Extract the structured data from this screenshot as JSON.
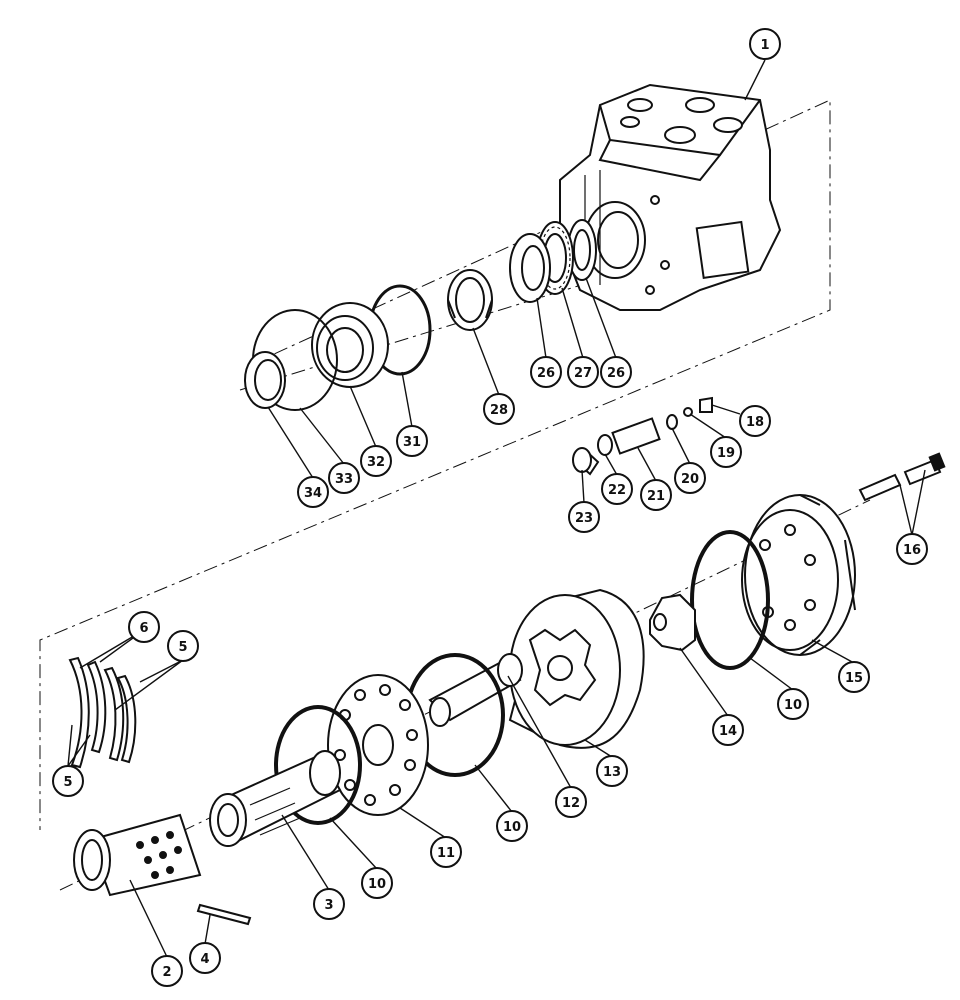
{
  "callouts": [
    {
      "id": "c1",
      "label": "1"
    },
    {
      "id": "c2",
      "label": "2"
    },
    {
      "id": "c3",
      "label": "3"
    },
    {
      "id": "c4",
      "label": "4"
    },
    {
      "id": "c5a",
      "label": "5"
    },
    {
      "id": "c5b",
      "label": "5"
    },
    {
      "id": "c6",
      "label": "6"
    },
    {
      "id": "c10a",
      "label": "10"
    },
    {
      "id": "c10b",
      "label": "10"
    },
    {
      "id": "c10c",
      "label": "10"
    },
    {
      "id": "c11",
      "label": "11"
    },
    {
      "id": "c12",
      "label": "12"
    },
    {
      "id": "c13",
      "label": "13"
    },
    {
      "id": "c14",
      "label": "14"
    },
    {
      "id": "c15",
      "label": "15"
    },
    {
      "id": "c16",
      "label": "16"
    },
    {
      "id": "c18",
      "label": "18"
    },
    {
      "id": "c19",
      "label": "19"
    },
    {
      "id": "c20",
      "label": "20"
    },
    {
      "id": "c21",
      "label": "21"
    },
    {
      "id": "c22",
      "label": "22"
    },
    {
      "id": "c23",
      "label": "23"
    },
    {
      "id": "c26a",
      "label": "26"
    },
    {
      "id": "c26b",
      "label": "26"
    },
    {
      "id": "c27",
      "label": "27"
    },
    {
      "id": "c28",
      "label": "28"
    },
    {
      "id": "c31",
      "label": "31"
    },
    {
      "id": "c32",
      "label": "32"
    },
    {
      "id": "c33",
      "label": "33"
    },
    {
      "id": "c34",
      "label": "34"
    }
  ]
}
